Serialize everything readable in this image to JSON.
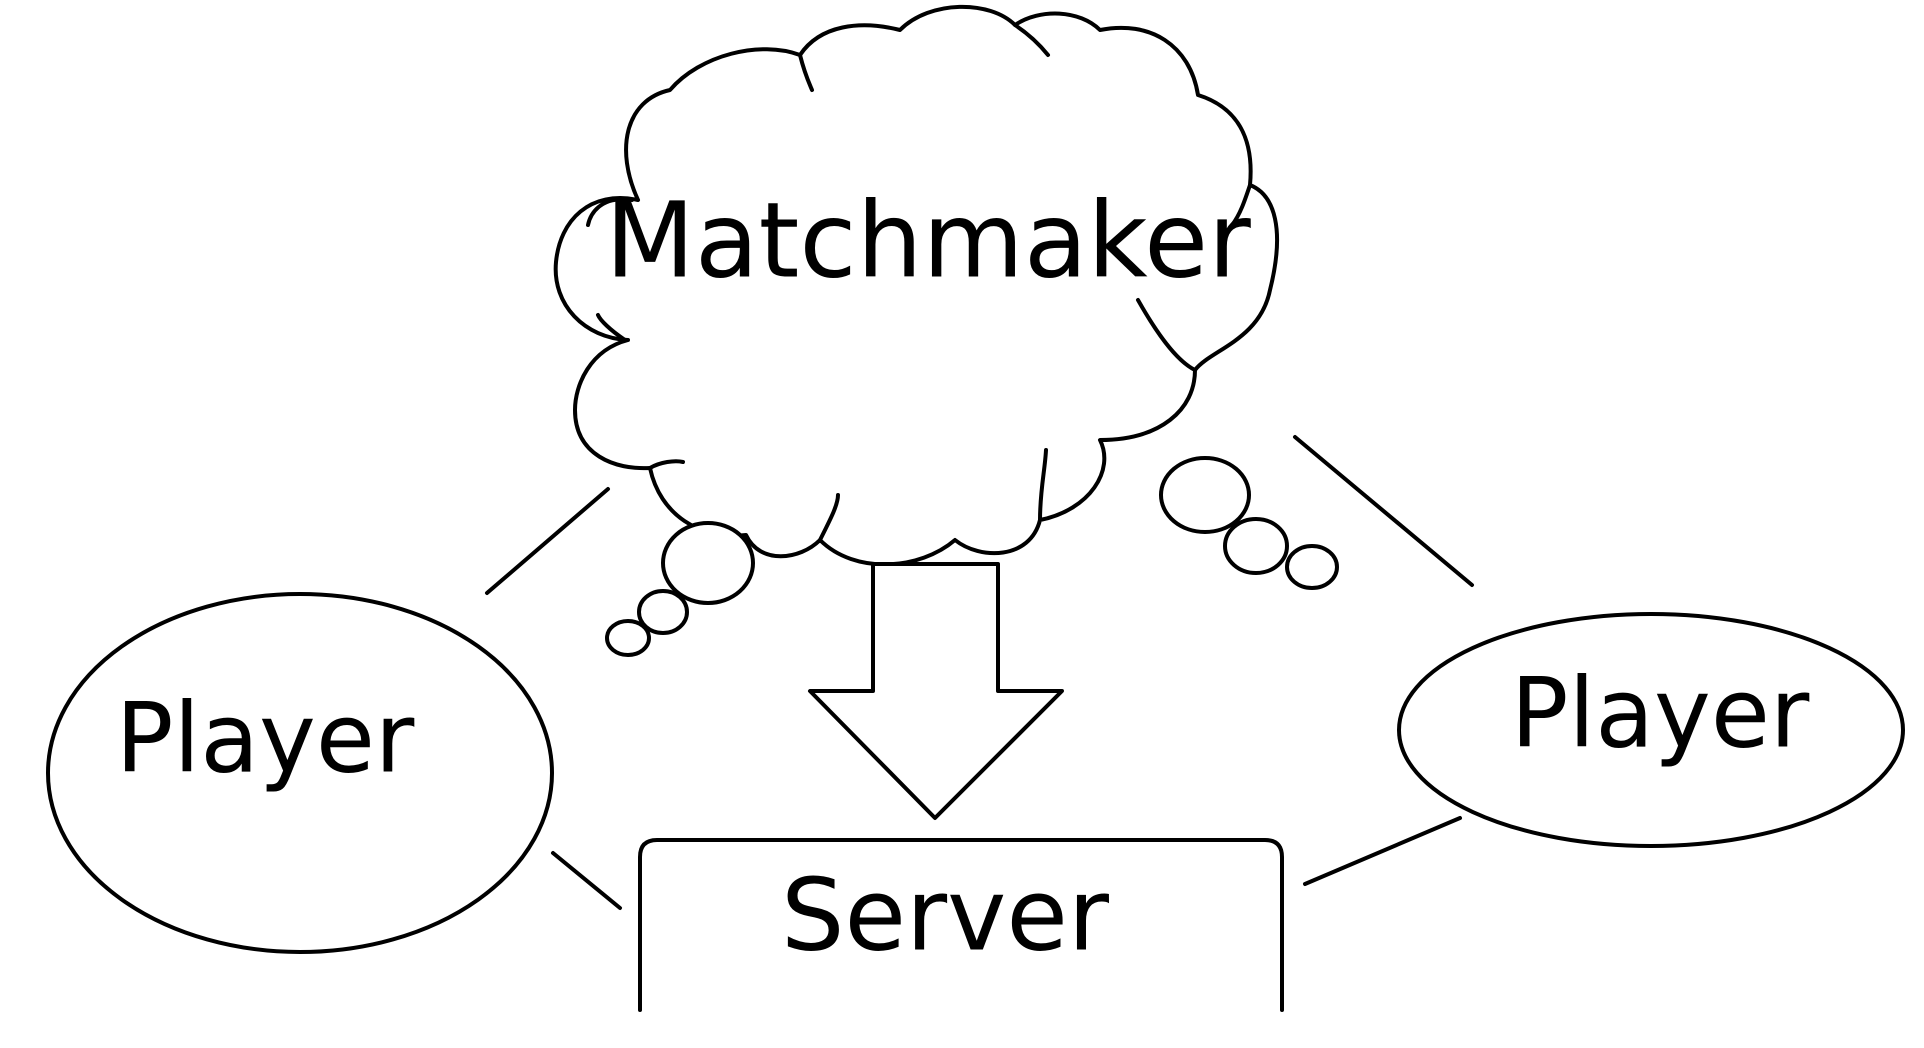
{
  "nodes": {
    "matchmaker": {
      "label": "Matchmaker",
      "shape": "cloud"
    },
    "player_left": {
      "label": "Player",
      "shape": "ellipse"
    },
    "player_right": {
      "label": "Player",
      "shape": "ellipse"
    },
    "server": {
      "label": "Server",
      "shape": "box"
    }
  },
  "colors": {
    "stroke": "#000000",
    "background": "#ffffff"
  }
}
